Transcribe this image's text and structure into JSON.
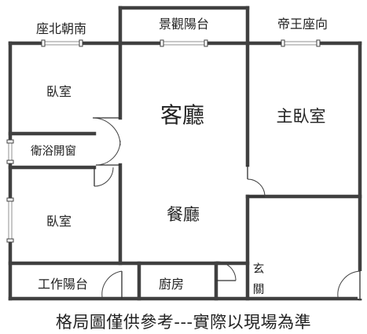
{
  "plan": {
    "orientation_labels": {
      "top_left": "座北朝南",
      "top_center": "景觀陽台",
      "top_right": "帝王座向"
    },
    "rooms": {
      "bedroom_upper": "臥室",
      "living_room": "客廳",
      "master_bedroom": "主臥室",
      "bathroom": "衛浴開窗",
      "dining_room": "餐廳",
      "bedroom_lower": "臥室",
      "service_balcony": "工作陽台",
      "kitchen": "廚房",
      "entrance_char1": "玄",
      "entrance_char2": "關"
    },
    "disclaimer": "格局圖僅供參考---實際以現場為準"
  }
}
